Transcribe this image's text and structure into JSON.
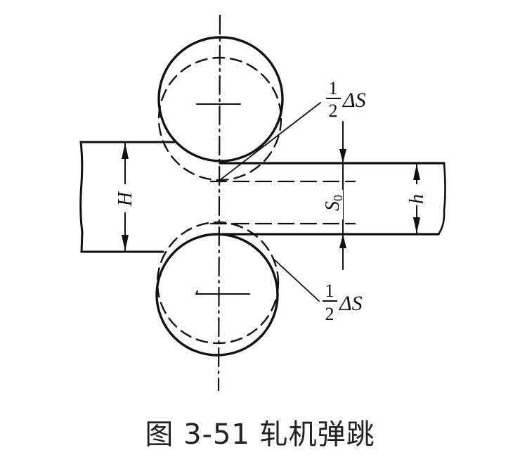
{
  "figure": {
    "caption": "图 3-51 轧机弹跳",
    "labels": {
      "entry_thickness": "H",
      "exit_thickness": "h",
      "roll_gap": "S",
      "roll_gap_subscript": "0",
      "upper_deflection_numerator": "1",
      "upper_deflection_denominator": "2",
      "upper_deflection_symbol": "ΔS",
      "lower_deflection_numerator": "1",
      "lower_deflection_denominator": "2",
      "lower_deflection_symbol": "ΔS"
    },
    "elements": [
      "upper-roll-loaded (solid)",
      "upper-roll-unloaded (dashed)",
      "lower-roll-loaded (solid)",
      "lower-roll-unloaded (dashed)",
      "strip",
      "vertical-centerline"
    ],
    "colors": {
      "line": "#111111",
      "background": "#ffffff"
    }
  }
}
